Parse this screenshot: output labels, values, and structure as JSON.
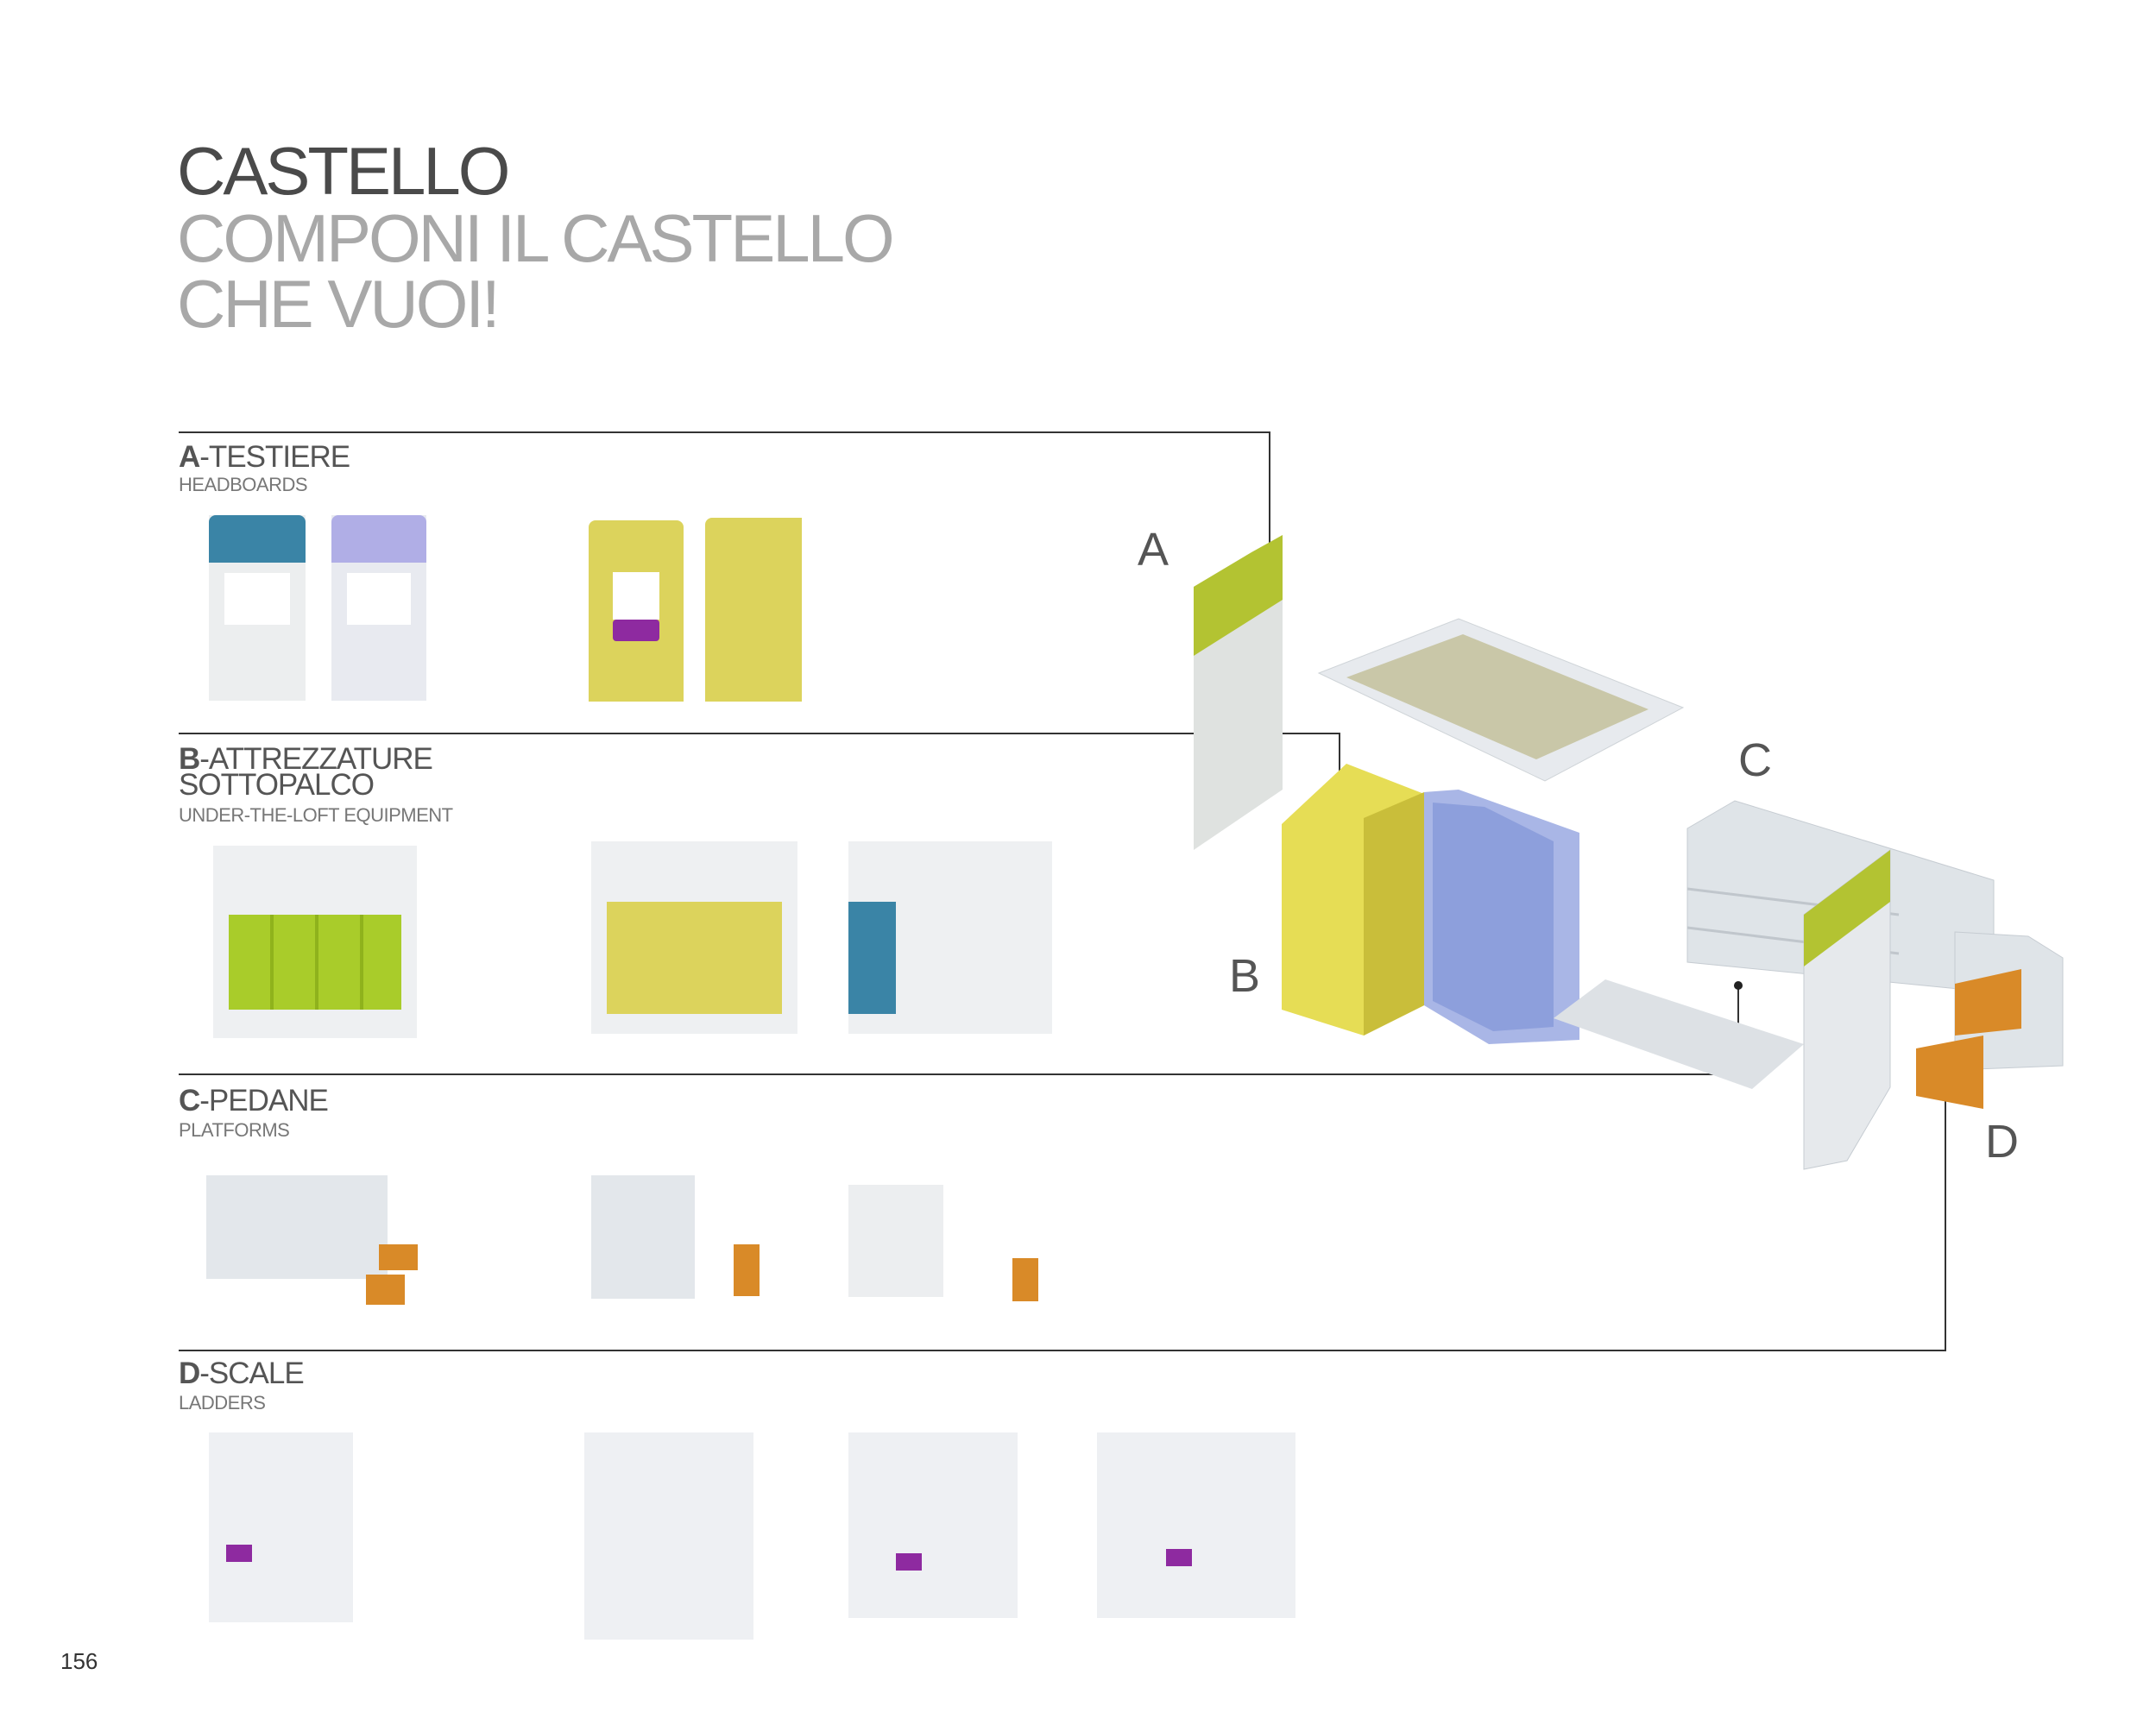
{
  "header": {
    "title": "CASTELLO",
    "subtitle_line1": "COMPONI IL CASTELLO",
    "subtitle_line2": "CHE VUOI!"
  },
  "sections": [
    {
      "letter": "A",
      "title": "-TESTIERE",
      "subtitle": "HEADBOARDS"
    },
    {
      "letter": "B",
      "title": "-ATTREZZATURE",
      "title_line2": "SOTTOPALCO",
      "subtitle": "UNDER-THE-LOFT EQUIPMENT"
    },
    {
      "letter": "C",
      "title": "-PEDANE",
      "subtitle": "PLATFORMS"
    },
    {
      "letter": "D",
      "title": "-SCALE",
      "subtitle": "LADDERS"
    }
  ],
  "callouts": [
    "A",
    "B",
    "C",
    "D"
  ],
  "page_number": "156",
  "colors": {
    "teal": "#3a84a6",
    "lilac": "#b0aee6",
    "yellow": "#dcd35c",
    "lime": "#a9cc2a",
    "purple": "#8e2aa0",
    "orange": "#d98a28",
    "light_gray": "#e4e7ea"
  }
}
